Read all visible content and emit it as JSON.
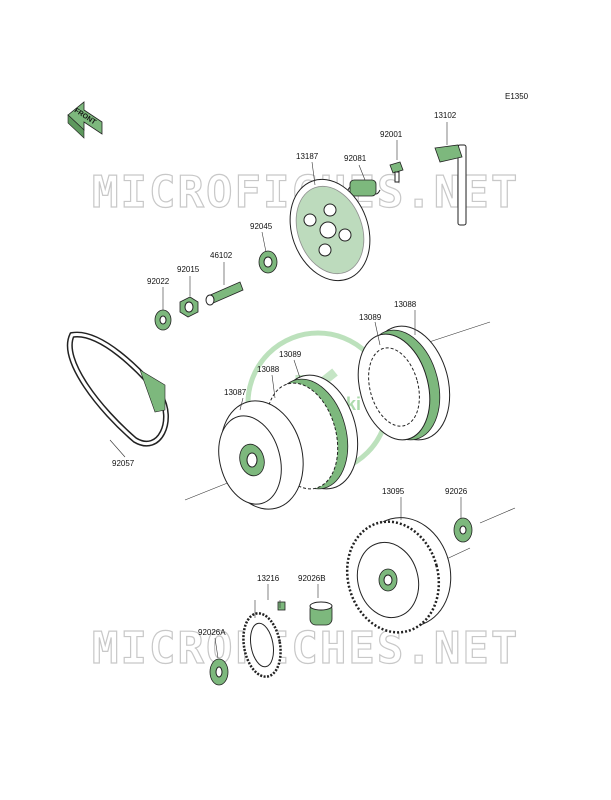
{
  "diagram_code": "E1350",
  "front_label": "FRONT",
  "watermark": {
    "text_top": "MICROFICHES.NET",
    "text_bottom": "MICROFICHES.NET",
    "logo_text": "Kawasaki",
    "color": "#c8c8c8",
    "logo_color": "#9fd49f"
  },
  "parts": [
    {
      "id": "p13102",
      "label": "13102",
      "name": "clutch-release-shaft"
    },
    {
      "id": "p92001",
      "label": "92001",
      "name": "bolt"
    },
    {
      "id": "p92081",
      "label": "92081",
      "name": "spring"
    },
    {
      "id": "p13187",
      "label": "13187",
      "name": "pressure-plate"
    },
    {
      "id": "p92045",
      "label": "92045",
      "name": "ball-bearing"
    },
    {
      "id": "p46102",
      "label": "46102",
      "name": "push-rod"
    },
    {
      "id": "p92015",
      "label": "92015",
      "name": "nut"
    },
    {
      "id": "p92022",
      "label": "92022",
      "name": "washer"
    },
    {
      "id": "p13089a",
      "label": "13089",
      "name": "steel-plate"
    },
    {
      "id": "p13088a",
      "label": "13088",
      "name": "friction-plate"
    },
    {
      "id": "p13089b",
      "label": "13089",
      "name": "steel-plate"
    },
    {
      "id": "p13088b",
      "label": "13088",
      "name": "friction-plate"
    },
    {
      "id": "p13087",
      "label": "13087",
      "name": "clutch-hub"
    },
    {
      "id": "p92057",
      "label": "92057",
      "name": "chain"
    },
    {
      "id": "p13095",
      "label": "13095",
      "name": "clutch-housing"
    },
    {
      "id": "p92026",
      "label": "92026",
      "name": "washer"
    },
    {
      "id": "p13216",
      "label": "13216",
      "name": "primary-gear"
    },
    {
      "id": "p92026B",
      "label": "92026B",
      "name": "collar"
    },
    {
      "id": "p92026A",
      "label": "92026A",
      "name": "washer"
    }
  ],
  "colors": {
    "accent": "#7db87d",
    "line": "#222222"
  }
}
